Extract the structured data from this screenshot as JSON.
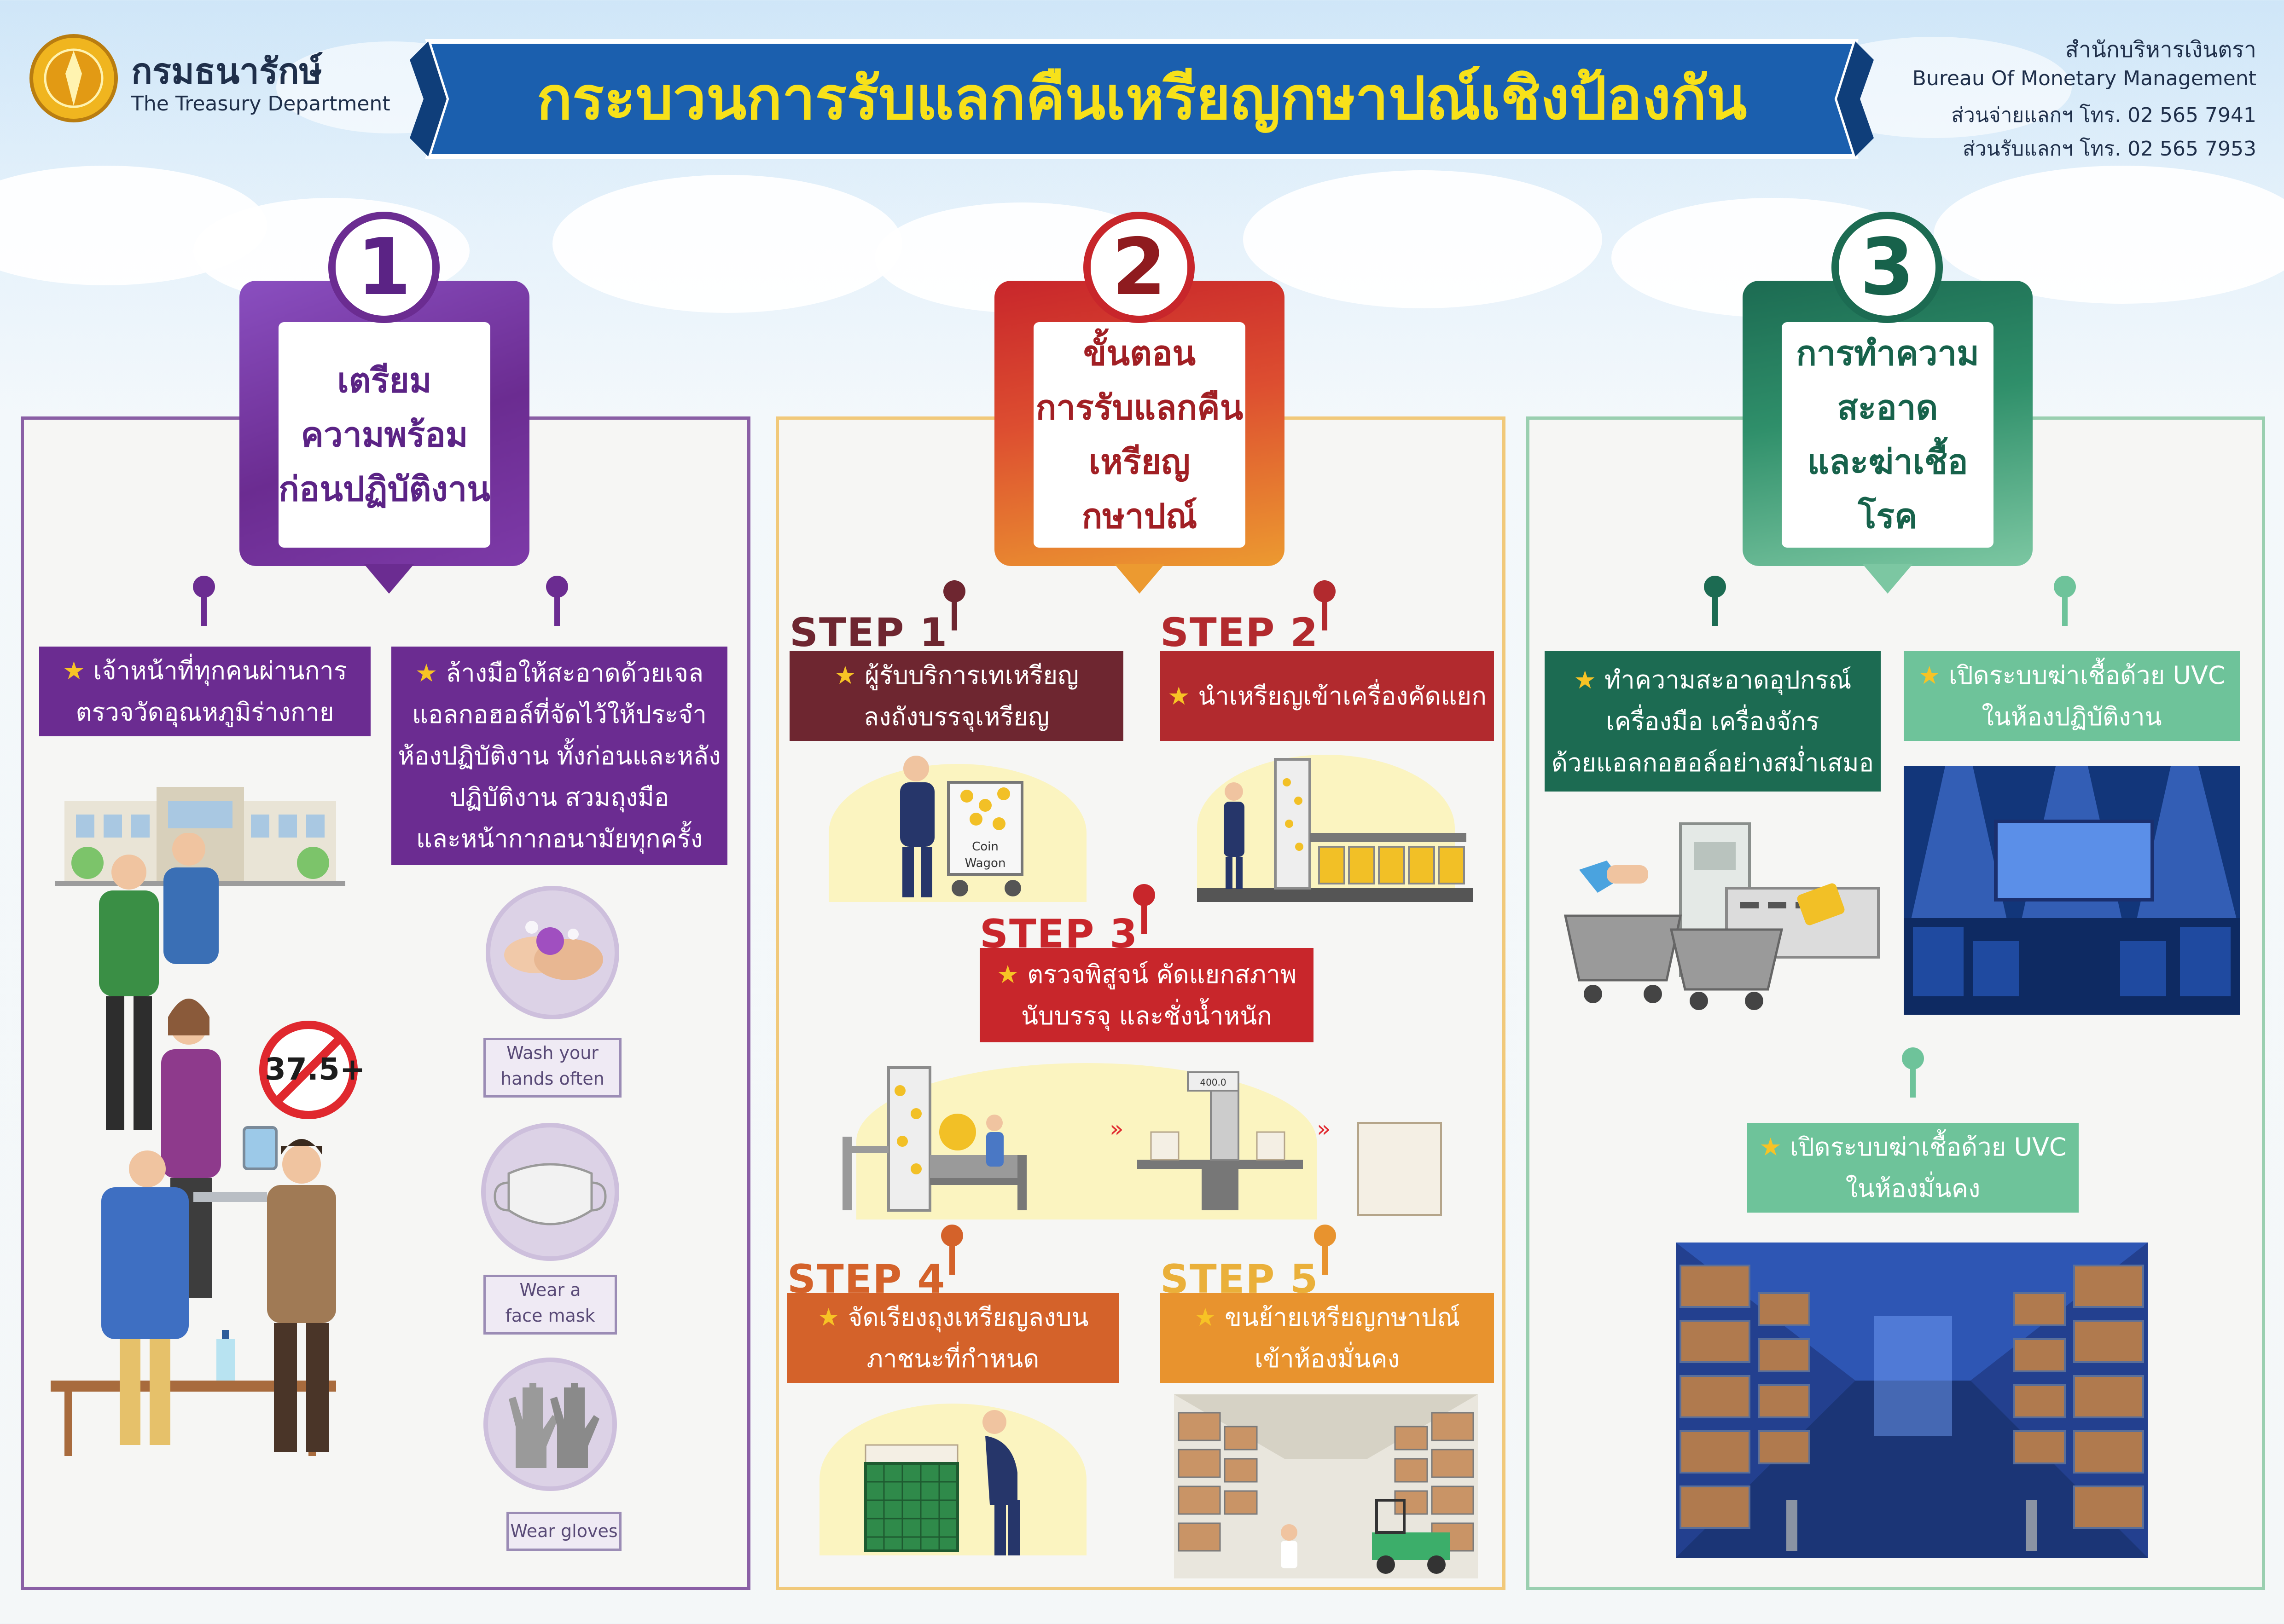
{
  "header": {
    "org_th": "กรมธนารักษ์",
    "org_en": "The Treasury Department",
    "title": "กระบวนการรับแลกคืนเหรียญกษาปณ์เชิงป้องกัน",
    "bureau_th": "สำนักบริหารเงินตรา",
    "bureau_en": "Bureau Of Monetary Management",
    "contact_1": "ส่วนจ่ายแลกฯ โทร. 02 565 7941",
    "contact_2": "ส่วนรับแลกฯ โทร. 02 565 7953"
  },
  "section1": {
    "number": "1",
    "title_lines": [
      "เตรียม",
      "ความพร้อม",
      "ก่อนปฏิบัติงาน"
    ],
    "box_a": [
      "เจ้าหน้าที่ทุกคนผ่านการ",
      "ตรวจวัดอุณหภูมิร่างกาย"
    ],
    "box_b": [
      "ล้างมือให้สะอาดด้วยเจล",
      "แอลกอฮอล์ที่จัดไว้ให้ประจำ",
      "ห้องปฏิบัติงาน ทั้งก่อนและหลัง",
      "ปฏิบัติงาน สวมถุงมือ",
      "และหน้ากากอนามัยทุกครั้ง"
    ],
    "temp_sign": "37.5+",
    "icon_labels": {
      "wash": [
        "Wash your",
        "hands often"
      ],
      "mask": [
        "Wear a",
        "face mask"
      ],
      "gloves": [
        "Wear gloves"
      ]
    }
  },
  "section2": {
    "number": "2",
    "title_lines": [
      "ขั้นตอน",
      "การรับแลกคืน",
      "เหรียญกษาปณ์"
    ],
    "steps": [
      {
        "label": "STEP 1",
        "lines": [
          "ผู้รับบริการเทเหรียญ",
          "ลงถังบรรจุเหรียญ"
        ]
      },
      {
        "label": "STEP 2",
        "lines": [
          "นำเหรียญเข้าเครื่องคัดแยก"
        ]
      },
      {
        "label": "STEP 3",
        "lines": [
          "ตรวจพิสูจน์ คัดแยกสภาพ",
          "นับบรรจุ และชั่งน้ำหนัก"
        ]
      },
      {
        "label": "STEP 4",
        "lines": [
          "จัดเรียงถุงเหรียญลงบน",
          "ภาชนะที่กำหนด"
        ]
      },
      {
        "label": "STEP 5",
        "lines": [
          "ขนย้ายเหรียญกษาปณ์",
          "เข้าห้องมั่นคง"
        ]
      }
    ],
    "wagon_label": [
      "Coin",
      "Wagon"
    ],
    "scale_readout": "400.0"
  },
  "section3": {
    "number": "3",
    "title_lines": [
      "การทำความ",
      "สะอาด",
      "และฆ่าเชื้อโรค"
    ],
    "box_a": [
      "ทำความสะอาดอุปกรณ์",
      "เครื่องมือ เครื่องจักร",
      "ด้วยแอลกอฮอล์อย่างสม่ำเสมอ"
    ],
    "box_b": [
      "เปิดระบบฆ่าเชื้อด้วย UVC",
      "ในห้องปฏิบัติงาน"
    ],
    "box_c": [
      "เปิดระบบฆ่าเชื้อด้วย UVC",
      "ในห้องมั่นคง"
    ]
  },
  "colors": {
    "purple": "#6b2c91",
    "red": "#c8262b",
    "orange": "#e8842c",
    "green_dark": "#1c6b52",
    "green_light": "#6ec39a",
    "banner_blue": "#1b5fae",
    "title_yellow": "#f7e11a"
  }
}
